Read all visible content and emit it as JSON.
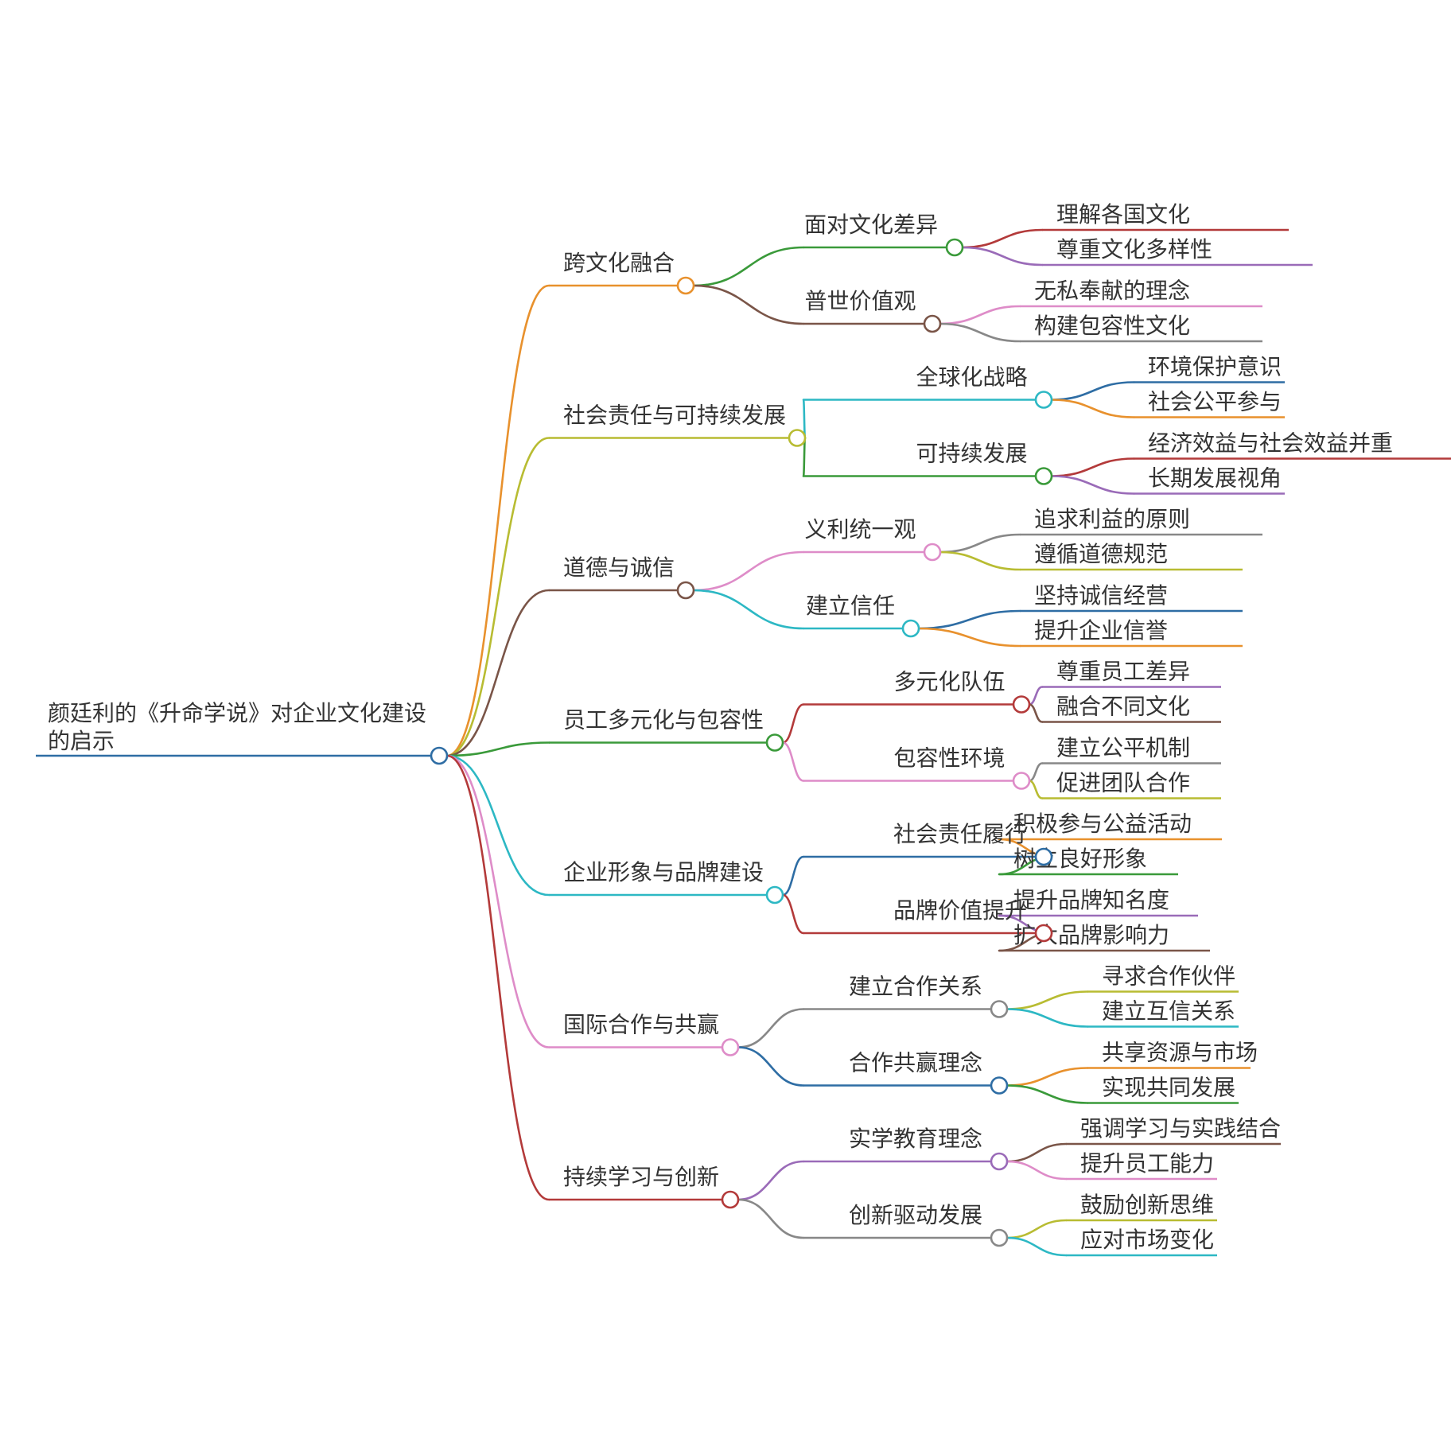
{
  "root": {
    "lines": [
      "颜廷利的《升命学说》对企业文化建设",
      "的启示"
    ],
    "color": "#2e6da4"
  },
  "branches": [
    {
      "label": "跨文化融合",
      "color": "#e8912d",
      "children": [
        {
          "label": "面对文化差异",
          "color": "#3a9a3a",
          "leaves": [
            {
              "label": "理解各国文化",
              "color": "#b33a3a"
            },
            {
              "label": "尊重文化多样性",
              "color": "#9a6bb8"
            }
          ]
        },
        {
          "label": "普世价值观",
          "color": "#7a5548",
          "leaves": [
            {
              "label": "无私奉献的理念",
              "color": "#de8cc8"
            },
            {
              "label": "构建包容性文化",
              "color": "#888888"
            }
          ]
        }
      ]
    },
    {
      "label": "社会责任与可持续发展",
      "color": "#b8bc32",
      "children": [
        {
          "label": "全球化战略",
          "color": "#2db8c4",
          "leaves": [
            {
              "label": "环境保护意识",
              "color": "#2e6da4"
            },
            {
              "label": "社会公平参与",
              "color": "#e8912d"
            }
          ]
        },
        {
          "label": "可持续发展",
          "color": "#3a9a3a",
          "leaves": [
            {
              "label": "经济效益与社会效益并重",
              "color": "#b33a3a"
            },
            {
              "label": "长期发展视角",
              "color": "#9a6bb8"
            }
          ]
        }
      ]
    },
    {
      "label": "道德与诚信",
      "color": "#7a5548",
      "children": [
        {
          "label": "义利统一观",
          "color": "#de8cc8",
          "leaves": [
            {
              "label": "追求利益的原则",
              "color": "#888888"
            },
            {
              "label": "遵循道德规范",
              "color": "#b8bc32"
            }
          ]
        },
        {
          "label": "建立信任",
          "color": "#2db8c4",
          "leaves": [
            {
              "label": "坚持诚信经营",
              "color": "#2e6da4"
            },
            {
              "label": "提升企业信誉",
              "color": "#e8912d"
            }
          ]
        }
      ]
    },
    {
      "label": "员工多元化与包容性",
      "color": "#3a9a3a",
      "children": [
        {
          "label": "多元化队伍",
          "color": "#b33a3a",
          "leaves": [
            {
              "label": "尊重员工差异",
              "color": "#9a6bb8"
            },
            {
              "label": "融合不同文化",
              "color": "#7a5548"
            }
          ]
        },
        {
          "label": "包容性环境",
          "color": "#de8cc8",
          "leaves": [
            {
              "label": "建立公平机制",
              "color": "#888888"
            },
            {
              "label": "促进团队合作",
              "color": "#b8bc32"
            }
          ]
        }
      ]
    },
    {
      "label": "企业形象与品牌建设",
      "color": "#2db8c4",
      "children": [
        {
          "label": "社会责任履行",
          "color": "#2e6da4",
          "leaves": [
            {
              "label": "积极参与公益活动",
              "color": "#e8912d"
            },
            {
              "label": "树立良好形象",
              "color": "#3a9a3a"
            }
          ]
        },
        {
          "label": "品牌价值提升",
          "color": "#b33a3a",
          "leaves": [
            {
              "label": "提升品牌知名度",
              "color": "#9a6bb8"
            },
            {
              "label": "扩大品牌影响力",
              "color": "#7a5548"
            }
          ]
        }
      ]
    },
    {
      "label": "国际合作与共赢",
      "color": "#de8cc8",
      "children": [
        {
          "label": "建立合作关系",
          "color": "#888888",
          "leaves": [
            {
              "label": "寻求合作伙伴",
              "color": "#b8bc32"
            },
            {
              "label": "建立互信关系",
              "color": "#2db8c4"
            }
          ]
        },
        {
          "label": "合作共赢理念",
          "color": "#2e6da4",
          "leaves": [
            {
              "label": "共享资源与市场",
              "color": "#e8912d"
            },
            {
              "label": "实现共同发展",
              "color": "#3a9a3a"
            }
          ]
        }
      ]
    },
    {
      "label": "持续学习与创新",
      "color": "#b33a3a",
      "children": [
        {
          "label": "实学教育理念",
          "color": "#9a6bb8",
          "leaves": [
            {
              "label": "强调学习与实践结合",
              "color": "#7a5548"
            },
            {
              "label": "提升员工能力",
              "color": "#de8cc8"
            }
          ]
        },
        {
          "label": "创新驱动发展",
          "color": "#888888",
          "leaves": [
            {
              "label": "鼓励创新思维",
              "color": "#b8bc32"
            },
            {
              "label": "应对市场变化",
              "color": "#2db8c4"
            }
          ]
        }
      ]
    }
  ]
}
